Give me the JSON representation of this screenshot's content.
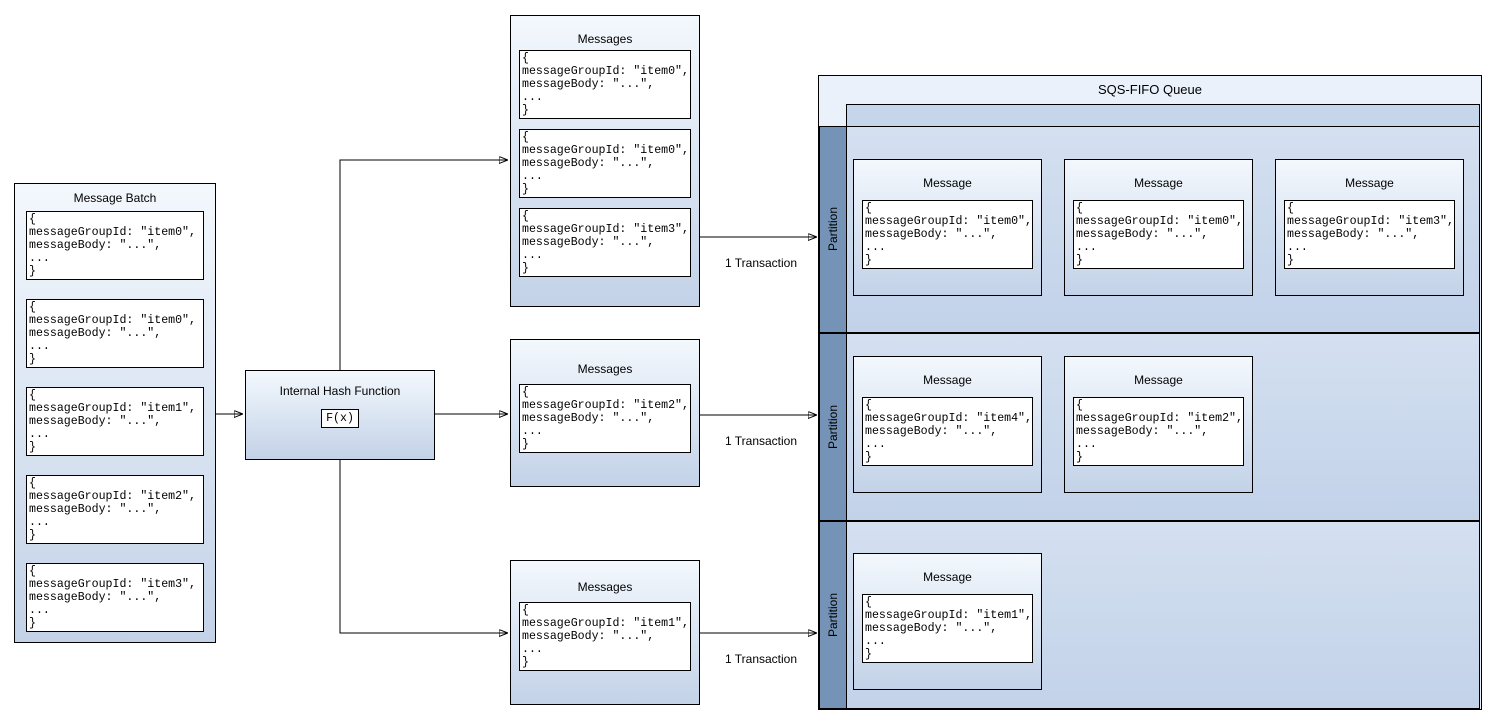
{
  "batch": {
    "title": "Message Batch",
    "cards": [
      "{\nmessageGroupId: \"item0\",\nmessageBody: \"...\",\n...\n}",
      "{\nmessageGroupId: \"item0\",\nmessageBody: \"...\",\n...\n}",
      "{\nmessageGroupId: \"item1\",\nmessageBody: \"...\",\n...\n}",
      "{\nmessageGroupId: \"item2\",\nmessageBody: \"...\",\n...\n}",
      "{\nmessageGroupId: \"item3\",\nmessageBody: \"...\",\n...\n}"
    ]
  },
  "hash": {
    "title": "Internal Hash Function",
    "function_label": "F(x)"
  },
  "message_stacks": [
    {
      "title": "Messages",
      "cards": [
        "{\nmessageGroupId: \"item0\",\nmessageBody: \"...\",\n...\n}",
        "{\nmessageGroupId: \"item0\",\nmessageBody: \"...\",\n...\n}",
        "{\nmessageGroupId: \"item3\",\nmessageBody: \"...\",\n...\n}"
      ]
    },
    {
      "title": "Messages",
      "cards": [
        "{\nmessageGroupId: \"item2\",\nmessageBody: \"...\",\n...\n}"
      ]
    },
    {
      "title": "Messages",
      "cards": [
        "{\nmessageGroupId: \"item1\",\nmessageBody: \"...\",\n...\n}"
      ]
    }
  ],
  "flow": {
    "transaction_labels": [
      "1 Transaction",
      "1 Transaction",
      "1 Transaction"
    ]
  },
  "queue": {
    "title": "SQS-FIFO Queue",
    "partitions": [
      {
        "label": "Partition",
        "messages": [
          {
            "title": "Message",
            "body": "{\nmessageGroupId: \"item0\",\nmessageBody: \"...\",\n...\n}"
          },
          {
            "title": "Message",
            "body": "{\nmessageGroupId: \"item0\",\nmessageBody: \"...\",\n...\n}"
          },
          {
            "title": "Message",
            "body": "{\nmessageGroupId: \"item3\",\nmessageBody: \"...\",\n...\n}"
          }
        ]
      },
      {
        "label": "Partition",
        "messages": [
          {
            "title": "Message",
            "body": "{\nmessageGroupId: \"item4\",\nmessageBody: \"...\",\n...\n}"
          },
          {
            "title": "Message",
            "body": "{\nmessageGroupId: \"item2\",\nmessageBody: \"...\",\n...\n}"
          }
        ]
      },
      {
        "label": "Partition",
        "messages": [
          {
            "title": "Message",
            "body": "{\nmessageGroupId: \"item1\",\nmessageBody: \"...\",\n...\n}"
          }
        ]
      }
    ]
  },
  "colors": {
    "border": "#000000",
    "box_gradient_top": "#f3f8fd",
    "box_gradient_bottom": "#c3d2e8",
    "lane_fill": "#c9d8ec",
    "partition_band": "#7493b7",
    "queue_header_fill": "#eaf1fb",
    "card_fill": "#ffffff"
  }
}
